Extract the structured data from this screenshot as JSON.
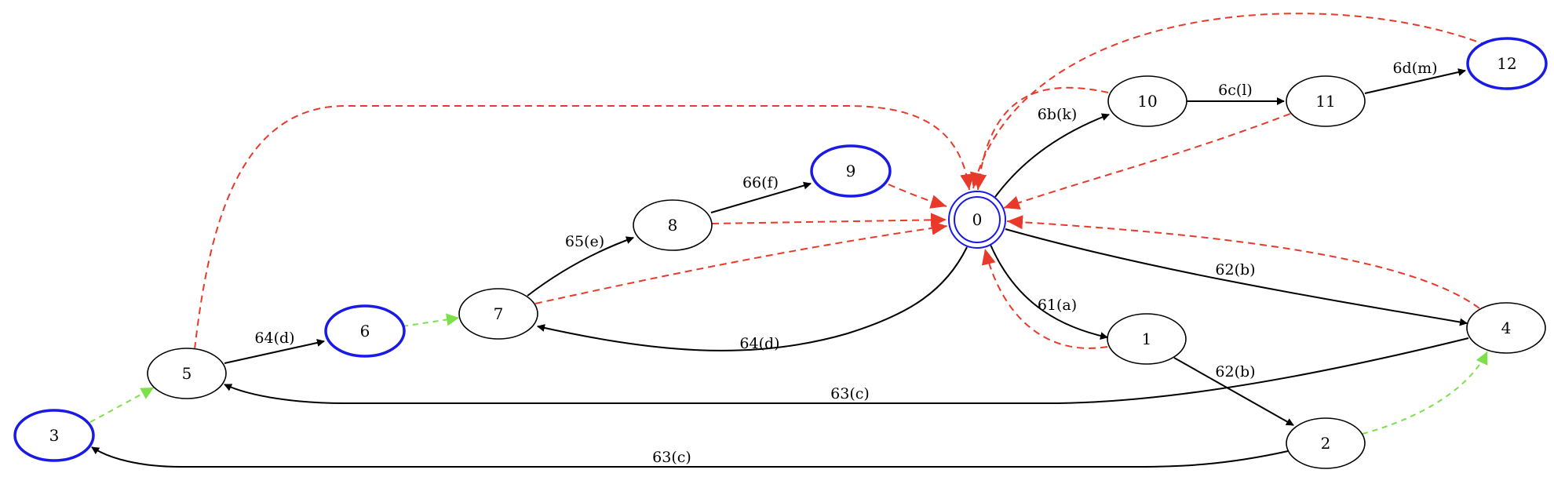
{
  "graph": {
    "colors": {
      "node_default": "#000000",
      "node_accept": "#1a1ae6",
      "edge_solid": "#000000",
      "edge_fail": "#e8392a",
      "edge_epsilon": "#7be04a"
    },
    "nodes": [
      {
        "id": "0",
        "label": "0",
        "style": "start-double"
      },
      {
        "id": "1",
        "label": "1",
        "style": "normal"
      },
      {
        "id": "2",
        "label": "2",
        "style": "normal"
      },
      {
        "id": "3",
        "label": "3",
        "style": "accept"
      },
      {
        "id": "4",
        "label": "4",
        "style": "normal"
      },
      {
        "id": "5",
        "label": "5",
        "style": "normal"
      },
      {
        "id": "6",
        "label": "6",
        "style": "accept"
      },
      {
        "id": "7",
        "label": "7",
        "style": "normal"
      },
      {
        "id": "8",
        "label": "8",
        "style": "normal"
      },
      {
        "id": "9",
        "label": "9",
        "style": "accept"
      },
      {
        "id": "10",
        "label": "10",
        "style": "normal"
      },
      {
        "id": "11",
        "label": "11",
        "style": "normal"
      },
      {
        "id": "12",
        "label": "12",
        "style": "accept"
      }
    ],
    "edges": [
      {
        "from": "0",
        "to": "10",
        "label": "6b(k)",
        "kind": "solid"
      },
      {
        "from": "10",
        "to": "11",
        "label": "6c(l)",
        "kind": "solid"
      },
      {
        "from": "11",
        "to": "12",
        "label": "6d(m)",
        "kind": "solid"
      },
      {
        "from": "8",
        "to": "9",
        "label": "66(f)",
        "kind": "solid"
      },
      {
        "from": "7",
        "to": "8",
        "label": "65(e)",
        "kind": "solid"
      },
      {
        "from": "5",
        "to": "6",
        "label": "64(d)",
        "kind": "solid"
      },
      {
        "from": "0",
        "to": "7",
        "label": "64(d)",
        "kind": "solid"
      },
      {
        "from": "0",
        "to": "4",
        "label": "62(b)",
        "kind": "solid"
      },
      {
        "from": "0",
        "to": "1",
        "label": "61(a)",
        "kind": "solid"
      },
      {
        "from": "1",
        "to": "2",
        "label": "62(b)",
        "kind": "solid"
      },
      {
        "from": "4",
        "to": "5",
        "label": "63(c)",
        "kind": "solid"
      },
      {
        "from": "2",
        "to": "3",
        "label": "63(c)",
        "kind": "solid"
      },
      {
        "from": "12",
        "to": "0",
        "label": "",
        "kind": "fail"
      },
      {
        "from": "10",
        "to": "0",
        "label": "",
        "kind": "fail"
      },
      {
        "from": "11",
        "to": "0",
        "label": "",
        "kind": "fail"
      },
      {
        "from": "9",
        "to": "0",
        "label": "",
        "kind": "fail"
      },
      {
        "from": "8",
        "to": "0",
        "label": "",
        "kind": "fail"
      },
      {
        "from": "7",
        "to": "0",
        "label": "",
        "kind": "fail"
      },
      {
        "from": "5",
        "to": "0",
        "label": "",
        "kind": "fail"
      },
      {
        "from": "1",
        "to": "0",
        "label": "",
        "kind": "fail"
      },
      {
        "from": "4",
        "to": "0",
        "label": "",
        "kind": "fail"
      },
      {
        "from": "3",
        "to": "5",
        "label": "",
        "kind": "epsilon"
      },
      {
        "from": "6",
        "to": "7",
        "label": "",
        "kind": "epsilon"
      },
      {
        "from": "2",
        "to": "4",
        "label": "",
        "kind": "epsilon"
      }
    ]
  }
}
